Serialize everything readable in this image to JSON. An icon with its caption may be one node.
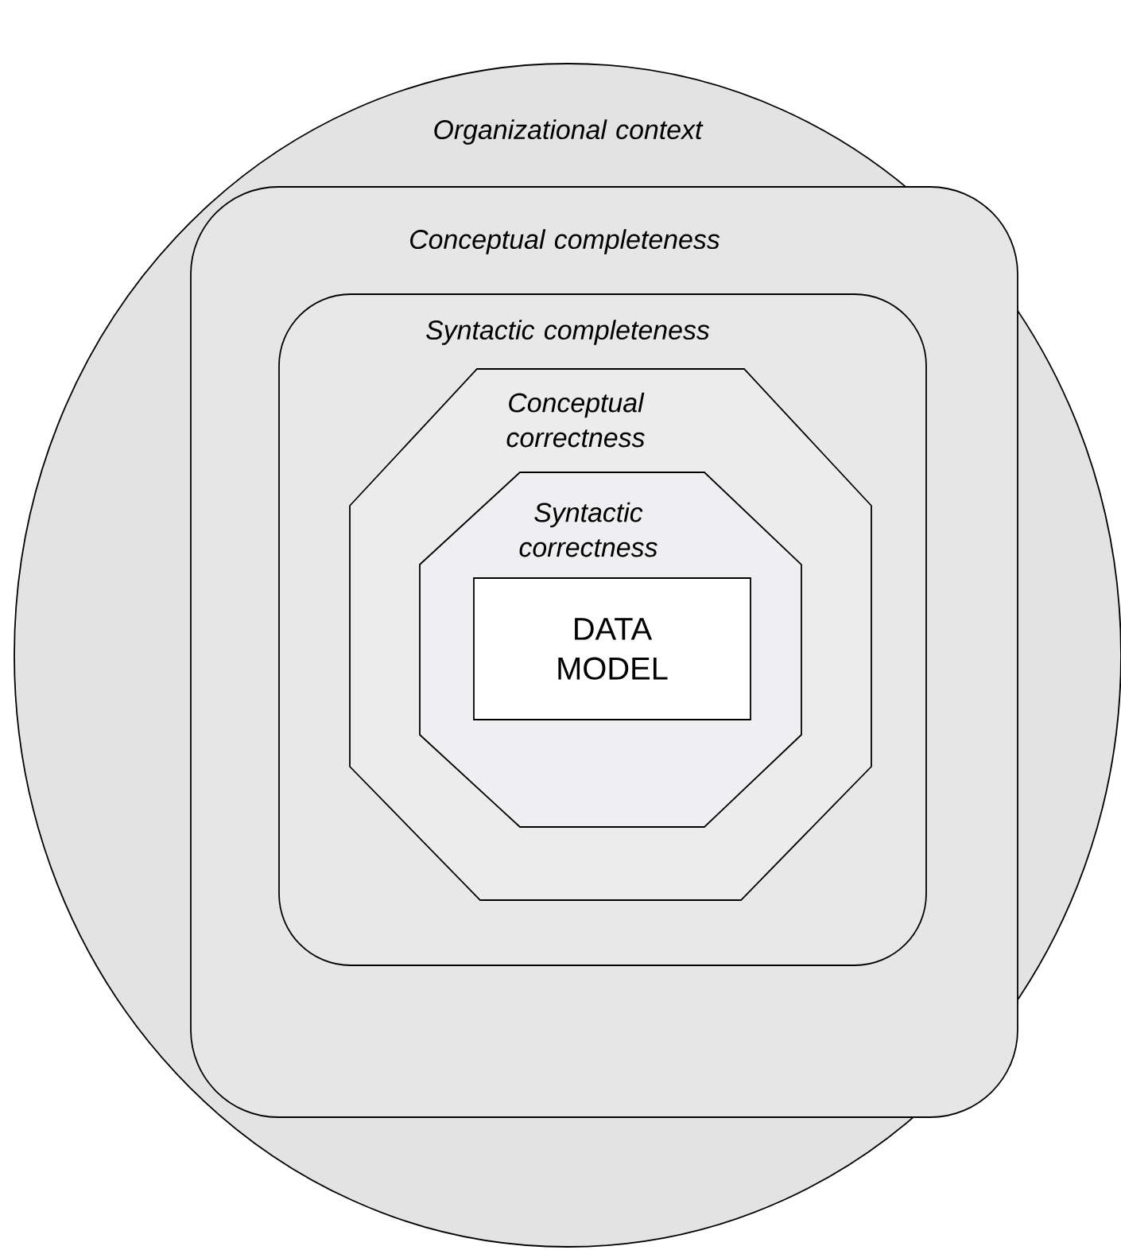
{
  "diagram": {
    "nodes": [
      {
        "text": [
          "Organizational context"
        ]
      },
      {
        "text": [
          "Conceptual completeness"
        ],
        "in": 0
      },
      {
        "text": [
          "Syntactic completeness"
        ],
        "in": 1
      },
      {
        "text": [
          "Conceptual correctness"
        ],
        "in": 2
      },
      {
        "text": [
          "Syntactic correctness"
        ],
        "in": 3
      },
      {
        "text": [
          "DATA MODEL"
        ],
        "in": 4
      }
    ]
  }
}
